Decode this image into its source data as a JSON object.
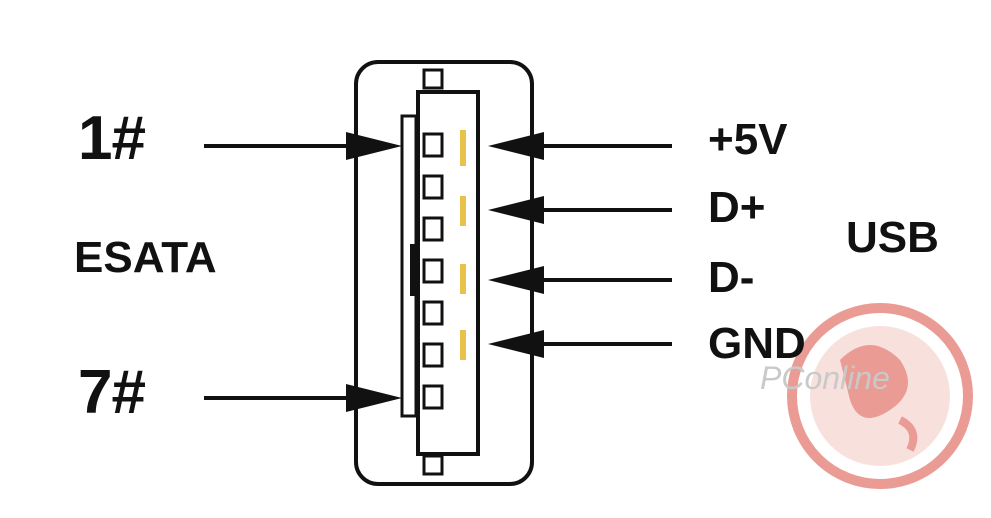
{
  "esata": {
    "pin_first": "1#",
    "pin_last": "7#",
    "label": "ESATA"
  },
  "usb": {
    "label": "USB",
    "pins": [
      "+5V",
      "D+",
      "D-",
      "GND"
    ]
  },
  "watermark": {
    "brand": "PConline"
  },
  "colors": {
    "line": "#111111",
    "contact": "#e8c24a",
    "seal": "#d94a3e"
  }
}
